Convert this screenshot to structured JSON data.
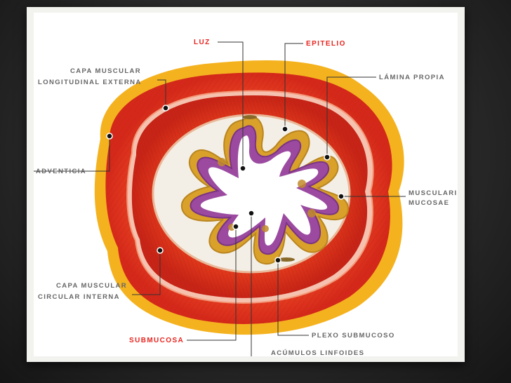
{
  "diagram": {
    "labels": {
      "luz": "LUZ",
      "epitelio": "EPITELIO",
      "capa_muscular_1": "CAPA MUSCULAR",
      "capa_muscular_2": "LONGITUDINAL EXTERNA",
      "lamina_propia": "LÁMINA PROPIA",
      "adventicia": "ADVENTICIA",
      "muscularis_1": "MUSCULARIS",
      "muscularis_2": "MUCOSAE",
      "circular_1": "CAPA MUSCULAR",
      "circular_2": "CIRCULAR INTERNA",
      "submucosa": "SUBMUCOSA",
      "plexo": "PLEXO SUBMUCOSO",
      "acumulos": "ACÚMULOS LINFOIDES"
    },
    "colors": {
      "background": "#2a2a2a",
      "frame": "#f2f2ef",
      "adventicia": "#f4b21f",
      "muscle_outer": "#e8361c",
      "muscle_inner": "#d92a18",
      "submucosa": "#f4efe6",
      "mucosa_gold": "#d9a12a",
      "epithelium": "#9b4aa0",
      "accent_label": "#e8251f",
      "label_gray": "#666666"
    }
  }
}
